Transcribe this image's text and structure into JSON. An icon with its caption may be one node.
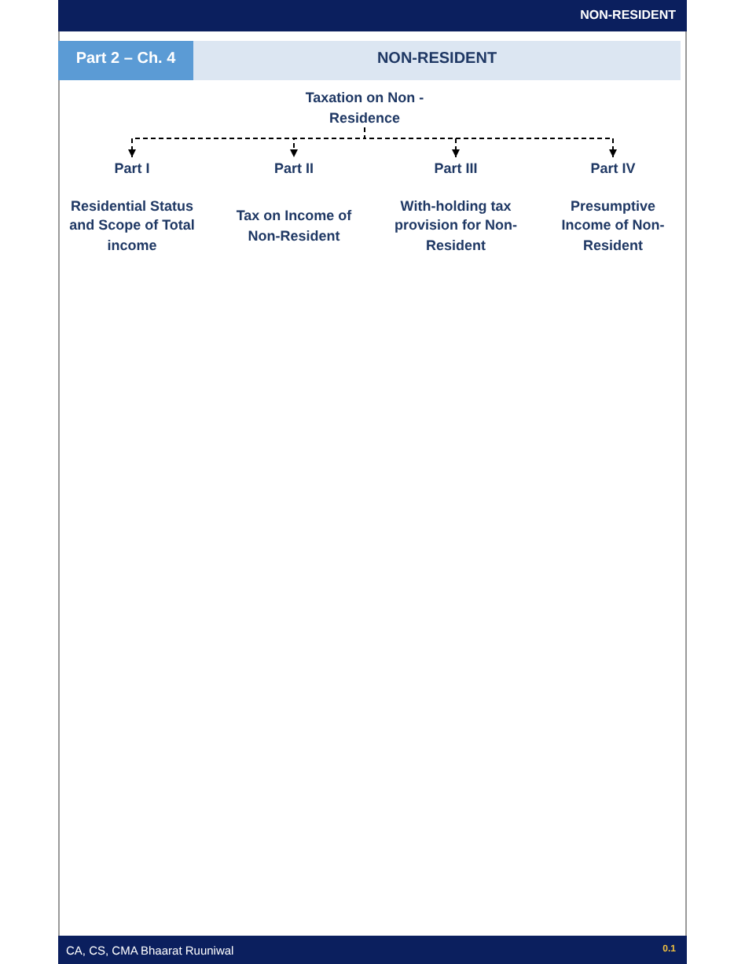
{
  "diagram": {
    "nodes": [
      {
        "text": [
          "Taxation on Non - Residence"
        ]
      },
      {
        "text": [
          "Part I",
          "Residential Status and Scope of Total income"
        ]
      },
      {
        "text": [
          "Part II",
          "Tax on Income of Non-Resident"
        ]
      },
      {
        "text": [
          "Part III",
          "With-holding tax provision for Non-Resident"
        ]
      },
      {
        "text": [
          "Part IV",
          "Presumptive Income of Non-Resident"
        ]
      }
    ],
    "edges": [
      {
        "from": 0,
        "to": 1,
        "arrow": "to",
        "style": "dashed"
      },
      {
        "from": 0,
        "to": 2,
        "arrow": "to",
        "style": "dashed"
      },
      {
        "from": 0,
        "to": 3,
        "arrow": "to",
        "style": "dashed"
      },
      {
        "from": 0,
        "to": 4,
        "arrow": "to",
        "style": "dashed"
      }
    ],
    "labels": [
      "NON-RESIDENT",
      "Part 2 – Ch. 4",
      "NON-RESIDENT",
      "CA, CS, CMA Bhaarat Ruuniwal",
      "0.1"
    ]
  }
}
